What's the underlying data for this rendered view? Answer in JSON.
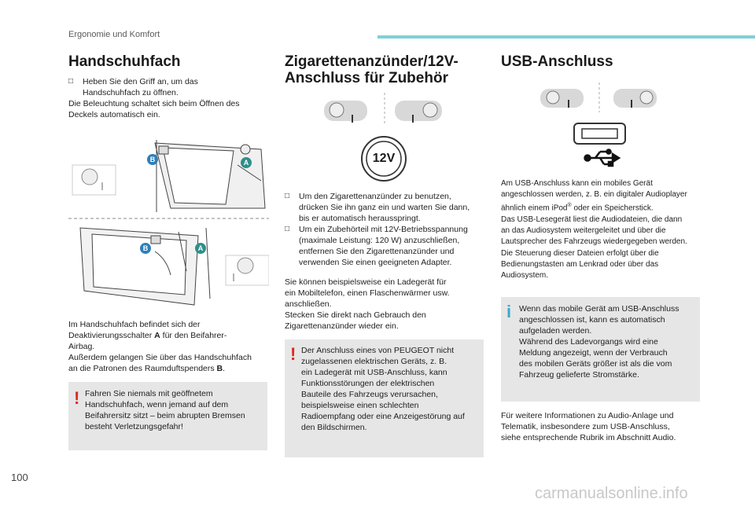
{
  "header": {
    "section": "Ergonomie und Komfort"
  },
  "page_number": "100",
  "watermark": "carmanualsonline.info",
  "col1": {
    "title": "Handschuhfach",
    "bullet1_line1": "Heben Sie den Griff an, um das",
    "bullet1_line2": "Handschuhfach zu öffnen.",
    "p1_line1": "Die Beleuchtung schaltet sich beim Öffnen des",
    "p1_line2": "Deckels automatisch ein.",
    "p2_line1_a": "Im Handschuhfach befindet sich der",
    "p2_line2_a": "Deaktivierungsschalter ",
    "p2_line2_b": "A",
    "p2_line2_c": " für den Beifahrer-",
    "p2_line3": "Airbag.",
    "p2_line4": "Außerdem gelangen Sie über das Handschuhfach",
    "p2_line5_a": "an die Patronen des Raumduftspenders ",
    "p2_line5_b": "B",
    "p2_line5_c": ".",
    "warn_line1": "Fahren Sie niemals mit geöffnetem",
    "warn_line2": "Handschuhfach, wenn jemand auf dem",
    "warn_line3": "Beifahrersitz sitzt – beim abrupten Bremsen",
    "warn_line4": "besteht Verletzungsgefahr!",
    "label_A": "A",
    "label_B": "B"
  },
  "col2": {
    "title_line1": "Zigarettenanzünder/12V-",
    "title_line2": "Anschluss für Zubehör",
    "socket_label": "12V",
    "b1_line1": "Um den Zigarettenanzünder zu benutzen,",
    "b1_line2": "drücken Sie ihn ganz ein und warten Sie dann,",
    "b1_line3": "bis er automatisch herausspringt.",
    "b2_line1": "Um ein Zubehörteil mit 12V-Betriebsspannung",
    "b2_line2": "(maximale Leistung: 120 W) anzuschließen,",
    "b2_line3": "entfernen Sie den Zigarettenanzünder und",
    "b2_line4": "verwenden Sie einen geeigneten Adapter.",
    "p_line1": "Sie können beispielsweise ein Ladegerät für",
    "p_line2": "ein Mobiltelefon, einen Flaschenwärmer usw.",
    "p_line3": "anschließen.",
    "p_line4": "Stecken Sie direkt nach Gebrauch den",
    "p_line5": "Zigarettenanzünder wieder ein.",
    "warn_line1": "Der Anschluss eines von PEUGEOT nicht",
    "warn_line2": "zugelassenen elektrischen Geräts, z. B.",
    "warn_line3": "ein Ladegerät mit USB-Anschluss, kann",
    "warn_line4": "Funktionsstörungen der elektrischen",
    "warn_line5": "Bauteile des Fahrzeugs verursachen,",
    "warn_line6": "beispielsweise einen schlechten",
    "warn_line7": "Radioempfang oder eine Anzeigestörung auf",
    "warn_line8": "den Bildschirmen."
  },
  "col3": {
    "title": "USB-Anschluss",
    "p_line1": "Am USB-Anschluss kann ein mobiles Gerät",
    "p_line2": "angeschlossen werden, z. B. ein digitaler Audioplayer",
    "p_line3_a": "ähnlich einem iPod",
    "p_line3_reg": "®",
    "p_line3_b": " oder ein Speicherstick.",
    "p_line4": "Das USB-Lesegerät liest die Audiodateien, die dann",
    "p_line5": "an das Audiosystem weitergeleitet und über die",
    "p_line6": "Lautsprecher des Fahrzeugs wiedergegeben werden.",
    "p_line7": "Die Steuerung dieser Dateien erfolgt über die",
    "p_line8": "Bedienungstasten am Lenkrad oder über das",
    "p_line9": "Audiosystem.",
    "info_line1": "Wenn das mobile Gerät am USB-Anschluss",
    "info_line2": "angeschlossen ist, kann es automatisch",
    "info_line3": "aufgeladen werden.",
    "info_line4": "Während des Ladevorgangs wird eine",
    "info_line5": "Meldung angezeigt, wenn der Verbrauch",
    "info_line6": "des mobilen Geräts größer ist als die vom",
    "info_line7": "Fahrzeug gelieferte Stromstärke.",
    "f_line1": "Für weitere Informationen zu Audio-Anlage und",
    "f_line2": "Telematik, insbesondere zum USB-Anschluss,",
    "f_line3": "siehe entsprechende Rubrik im Abschnitt Audio."
  },
  "icons": {
    "bullet": "checkbox-bullet-icon",
    "warning": "exclamation-warning-icon",
    "info": "info-icon",
    "steering": "steering-wheel-icon",
    "usb": "usb-symbol-icon"
  },
  "colors": {
    "accent_bar": "#7fd0d8",
    "warning": "#e2261c",
    "info": "#3ea8c8",
    "box": "#e6e6e6"
  }
}
